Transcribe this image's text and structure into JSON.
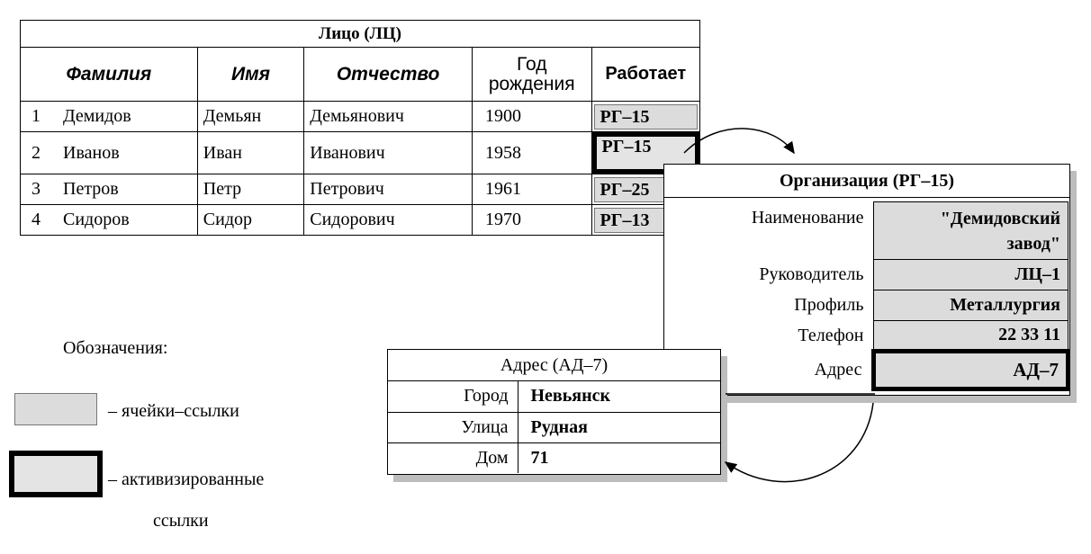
{
  "person_table": {
    "title": "Лицо (ЛЦ)",
    "headers": {
      "surname": "Фамилия",
      "name": "Имя",
      "patronymic": "Отчество",
      "birth_year_1": "Год",
      "birth_year_2": "рождения",
      "works": "Работает"
    },
    "rows": [
      {
        "num": "1",
        "surname": "Демидов",
        "name": "Демьян",
        "patronymic": "Демьянович",
        "year": "1900",
        "works": "РГ–15"
      },
      {
        "num": "2",
        "surname": "Иванов",
        "name": "Иван",
        "patronymic": "Иванович",
        "year": "1958",
        "works": "РГ–15"
      },
      {
        "num": "3",
        "surname": "Петров",
        "name": "Петр",
        "patronymic": "Петрович",
        "year": "1961",
        "works": "РГ–25"
      },
      {
        "num": "4",
        "surname": "Сидоров",
        "name": "Сидор",
        "patronymic": "Сидорович",
        "year": "1970",
        "works": "РГ–13"
      }
    ]
  },
  "organization": {
    "title": "Организация (РГ–15)",
    "fields": [
      {
        "label": "Наименование",
        "value_1": "\"Демидовский",
        "value_2": "завод\""
      },
      {
        "label": "Руководитель",
        "value": "ЛЦ–1"
      },
      {
        "label": "Профиль",
        "value": "Металлургия"
      },
      {
        "label": "Телефон",
        "value": "22 33 11"
      },
      {
        "label": "Адрес",
        "value": "АД–7"
      }
    ]
  },
  "address": {
    "title": "Адрес (АД–7)",
    "fields": [
      {
        "label": "Город",
        "value": "Невьянск"
      },
      {
        "label": "Улица",
        "value": "Рудная"
      },
      {
        "label": "Дом",
        "value": "71"
      }
    ]
  },
  "legend": {
    "title": "Обозначения:",
    "ref_cells": "– ячейки–ссылки",
    "active_1": "– активизированные",
    "active_2": "ссылки"
  },
  "colors": {
    "ref_fill": "#dcdcdc",
    "shadow": "#bdbdbd",
    "line": "#000000"
  }
}
